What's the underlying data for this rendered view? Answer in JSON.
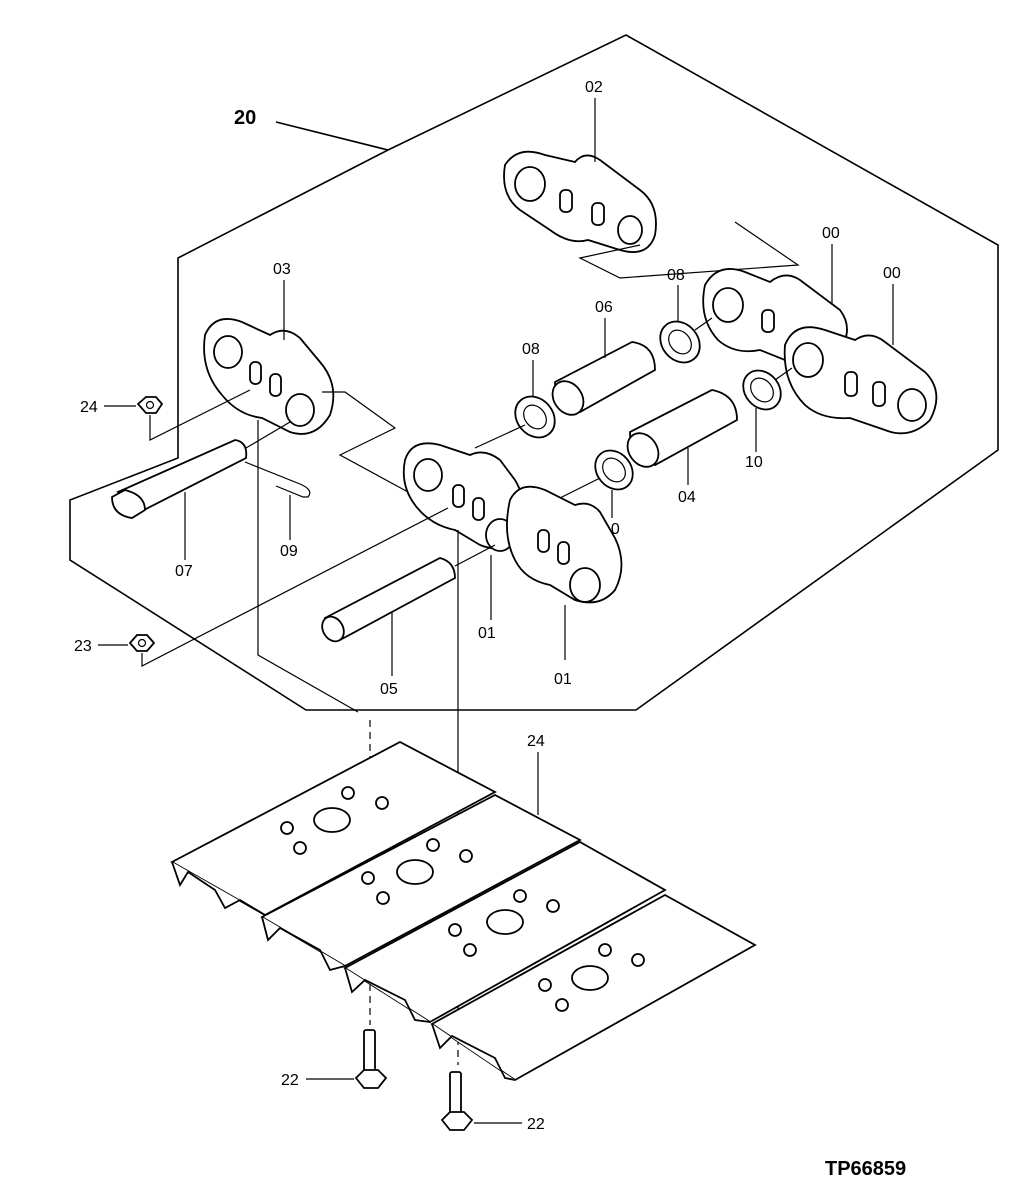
{
  "diagram": {
    "assembly_label": "20",
    "figure_id": "TP66859",
    "labels": {
      "link_02": "02",
      "link_03": "03",
      "link_00a": "00",
      "link_00b": "00",
      "seal_08a": "08",
      "seal_08b": "08",
      "bushing_06": "06",
      "bushing_04": "04",
      "seal_10a": "10",
      "seal_10b": "10",
      "nut_24": "24",
      "pin_07": "07",
      "pin_09": "09",
      "nut_23": "23",
      "pin_05": "05",
      "link_01a": "01",
      "link_01b": "01",
      "shoe_24": "24",
      "bolt_22a": "22",
      "bolt_22b": "22"
    }
  }
}
